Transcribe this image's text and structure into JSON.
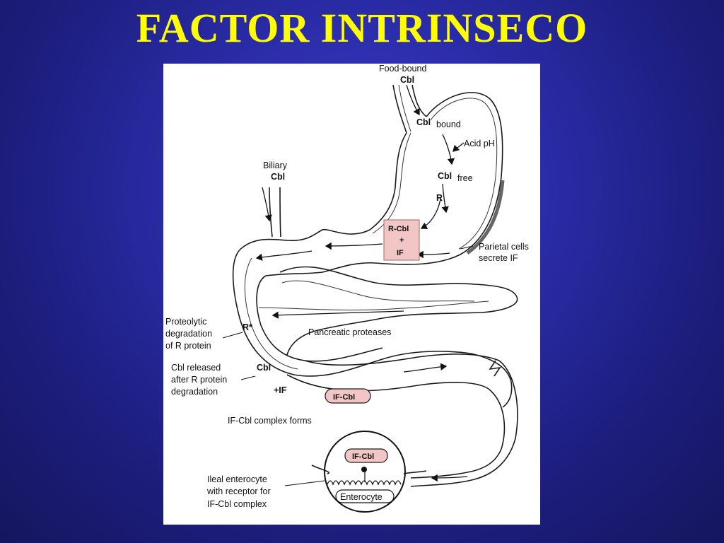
{
  "title": "FACTOR INTRINSECO",
  "diagram": {
    "labels": {
      "food_bound": "Food-bound",
      "food_bound_cbl": "Cbl",
      "cbl_bound": "Cbl",
      "bound": "bound",
      "acid_ph": "Acid pH",
      "cbl_free": "Cbl",
      "free": "free",
      "r": "R",
      "biliary": "Biliary",
      "biliary_cbl": "Cbl",
      "rcbl_line1": "R-Cbl",
      "rcbl_plus": "+",
      "rcbl_line3": "IF",
      "parietal_line1": "Parietal cells",
      "parietal_line2": "secrete IF",
      "proteolytic_line1": "Proteolytic",
      "proteolytic_line2": "degradation",
      "proteolytic_line3": "of R protein",
      "r_star": "R*",
      "pancreatic": "Pancreatic proteases",
      "cbl_released_line1": "Cbl released",
      "cbl_released_line2": "after R protein",
      "cbl_released_line3": "degradation",
      "cbl_duodenum": "Cbl",
      "plus_if": "+IF",
      "if_cbl_gut": "IF-Cbl",
      "complex_forms": "IF-Cbl complex forms",
      "if_cbl_cell": "IF-Cbl",
      "ileal_line1": "Ileal enterocyte",
      "ileal_line2": "with receptor for",
      "ileal_line3": "IF-Cbl complex",
      "enterocyte": "Enterocyte"
    },
    "colors": {
      "complex_fill": "#f3c6c6",
      "complex_stroke": "#9b6a6a",
      "parietal_band": "#666666"
    }
  }
}
